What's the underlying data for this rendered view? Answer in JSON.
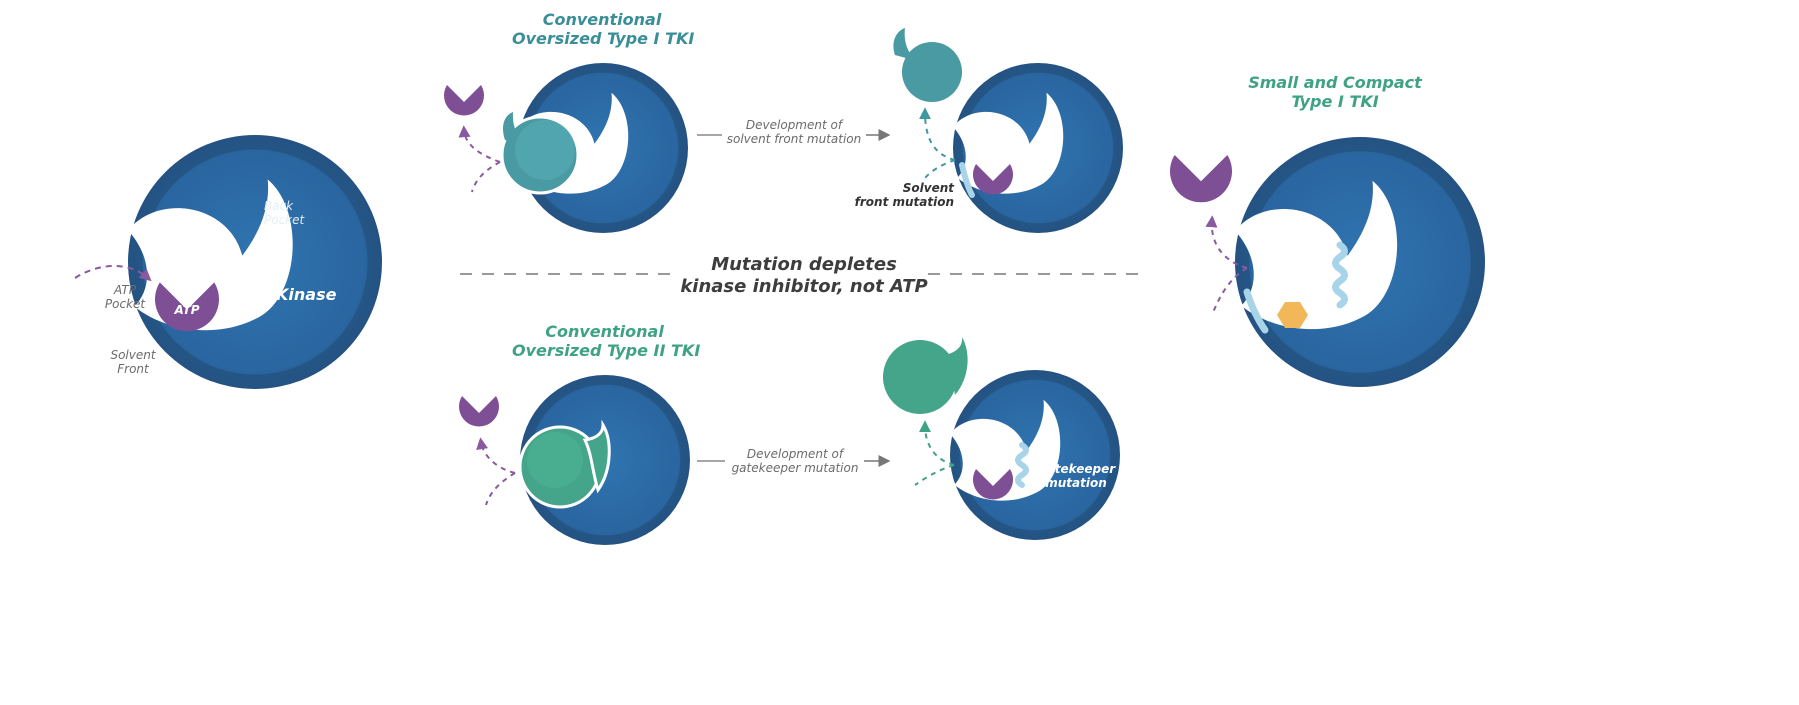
{
  "diagram": {
    "kinase_panel": {
      "kinase_label": "Kinase",
      "back_pocket_label": "Back\nPocket",
      "atp_pocket_label": "ATP\nPocket",
      "solvent_front_label": "Solvent\nFront",
      "atp_label": "ATP"
    },
    "type1_panel": {
      "title_line1": "Conventional",
      "title_line2": "Oversized Type I TKI",
      "arrow_label_line1": "Development of",
      "arrow_label_line2": "solvent front mutation",
      "mutation_label_line1": "Solvent",
      "mutation_label_line2": "front mutation"
    },
    "type2_panel": {
      "title_line1": "Conventional",
      "title_line2": "Oversized Type II TKI",
      "arrow_label_line1": "Development of",
      "arrow_label_line2": "gatekeeper mutation",
      "mutation_label_line1": "Gatekeeper",
      "mutation_label_line2": "mutation"
    },
    "divider": {
      "line1": "Mutation depletes",
      "line2": "kinase inhibitor, not ATP"
    },
    "compact_panel": {
      "title_line1": "Small and Compact",
      "title_line2": "Type I TKI"
    },
    "colors": {
      "kinase_outer": "#255a8c",
      "kinase_inner": "#2b6aa3",
      "atp_purple": "#7e4f94",
      "type1_teal": "#4a9aa3",
      "type2_green": "#44a58a",
      "mutation_light_blue": "#a8d4ea",
      "compact_hexagon": "#f2b759",
      "arrow_grey": "#777777"
    }
  }
}
